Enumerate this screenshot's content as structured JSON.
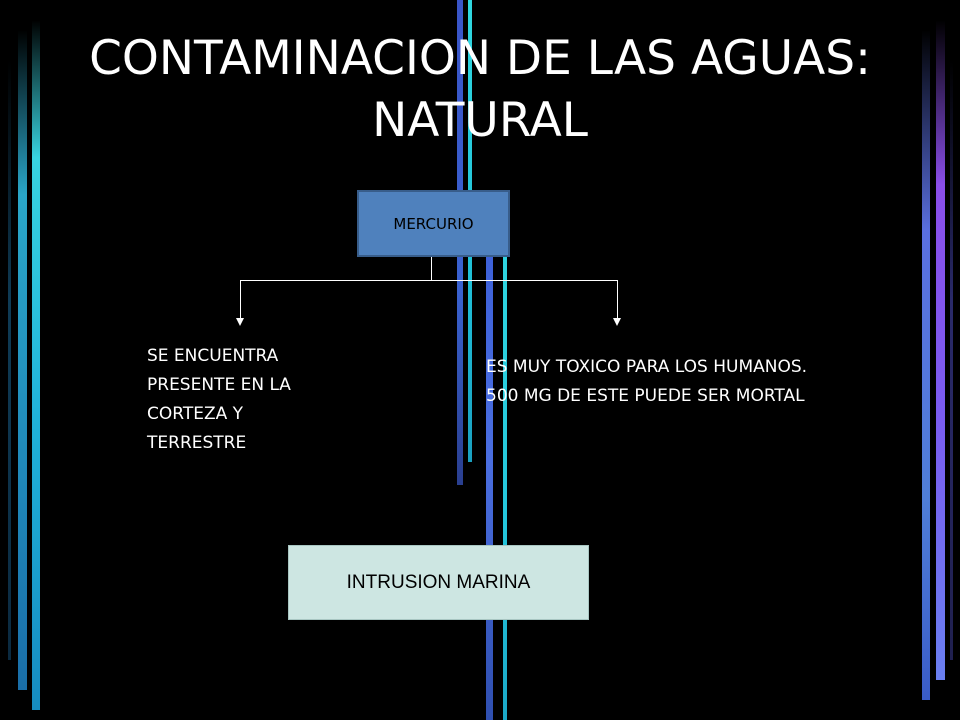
{
  "slide": {
    "title_line1": "CONTAMINACION DE LAS AGUAS:",
    "title_line2": "NATURAL"
  },
  "diagram": {
    "root_label": "MERCURIO",
    "left_text": "SE ENCUENTRA PRESENTE EN LA CORTEZA Y TERRESTRE",
    "right_text": "ES MUY TOXICO PARA LOS HUMANOS. 500 MG DE ESTE PUEDE SER MORTAL",
    "bottom_label": "INTRUSION MARINA"
  },
  "colors": {
    "background": "#000000",
    "root_box": "#4f81bd",
    "bottom_box": "#cde6e2",
    "stripe_cyan": "#30d8e0",
    "stripe_blue": "#3a5ed8",
    "stripe_purple": "#8a4ee8"
  }
}
